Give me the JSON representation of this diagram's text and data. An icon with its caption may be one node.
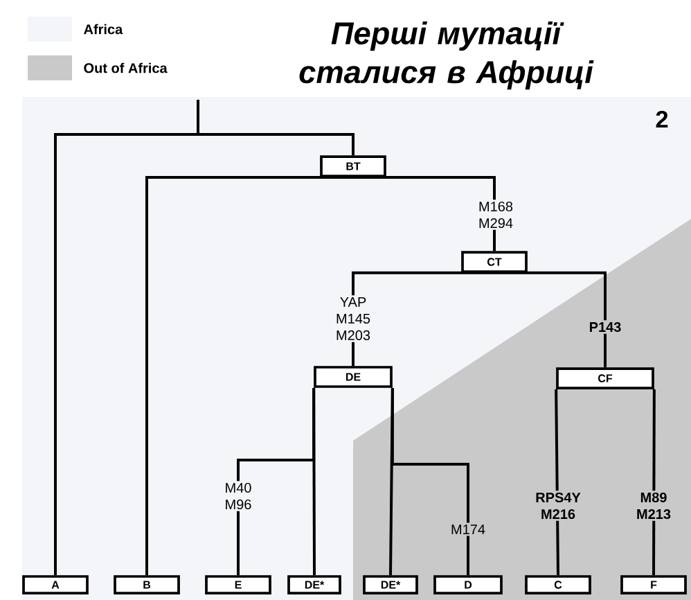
{
  "diagram": {
    "title": "Перші мутації сталися в Африці",
    "nodes": [
      {
        "text": [
          "BT"
        ]
      },
      {
        "text": [
          "CT"
        ]
      },
      {
        "text": [
          "DE"
        ]
      },
      {
        "text": [
          "CF"
        ]
      },
      {
        "text": [
          "A"
        ]
      },
      {
        "text": [
          "B"
        ]
      },
      {
        "text": [
          "E"
        ]
      },
      {
        "text": [
          "DE*"
        ]
      },
      {
        "text": [
          "DE*"
        ]
      },
      {
        "text": [
          "D"
        ]
      },
      {
        "text": [
          "C"
        ]
      },
      {
        "text": [
          "F"
        ]
      }
    ],
    "edges": [
      {
        "from": 4,
        "to": 0,
        "arrow": "none"
      },
      {
        "from": 0,
        "to": 5,
        "arrow": "none"
      },
      {
        "from": 0,
        "to": 1,
        "arrow": "none",
        "label": "M168 M294"
      },
      {
        "from": 1,
        "to": 2,
        "arrow": "none",
        "label": "YAP M145 M203"
      },
      {
        "from": 1,
        "to": 3,
        "arrow": "none",
        "label": "P143"
      },
      {
        "from": 2,
        "to": 6,
        "arrow": "none",
        "label": "M40 M96"
      },
      {
        "from": 2,
        "to": 7,
        "arrow": "none"
      },
      {
        "from": 2,
        "to": 8,
        "arrow": "none"
      },
      {
        "from": 2,
        "to": 9,
        "arrow": "none",
        "label": "M174"
      },
      {
        "from": 3,
        "to": 10,
        "arrow": "none",
        "label": "RPS4Y M216"
      },
      {
        "from": 3,
        "to": 11,
        "arrow": "none",
        "label": "M89 M213"
      }
    ],
    "labels": [
      "2"
    ],
    "legend": [
      {
        "text": "Africa",
        "color": "#f3f5f8"
      },
      {
        "text": "Out of Africa",
        "color": "#c9c9c9"
      }
    ]
  }
}
